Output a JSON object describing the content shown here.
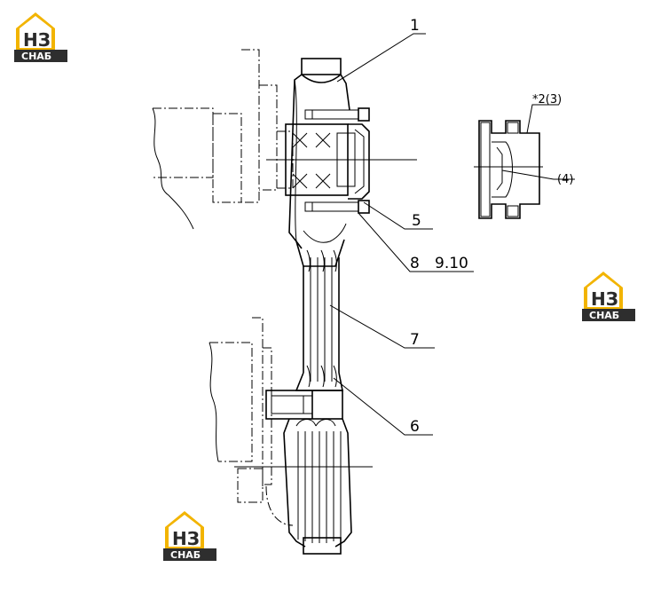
{
  "logo": {
    "letters": "НЗ",
    "caption": "СНАБ",
    "roof_color": "#f2b400",
    "band_color": "#2e2e2e"
  },
  "callouts": {
    "c1": "1",
    "c5": "5",
    "c8": "8",
    "c910": "9.10",
    "c7": "7",
    "c6": "6",
    "c23": "*2(3)",
    "c4": "(4)"
  }
}
